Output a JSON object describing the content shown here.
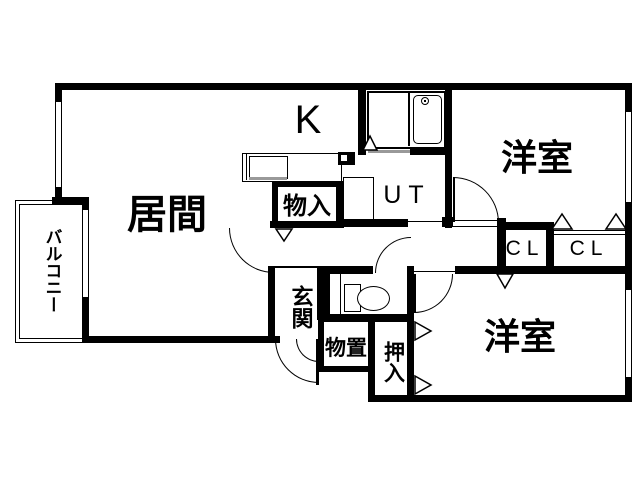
{
  "plan": {
    "type": "floor-plan",
    "background": "#ffffff",
    "line_color": "#000000",
    "threshold_color": "#999999",
    "labels": {
      "living": "居間",
      "kitchen": "K",
      "bedroom_top": "洋室",
      "bedroom_bottom": "洋室",
      "balcony": "バルコニー",
      "entrance": "玄関",
      "utility": "UT",
      "storage_in": "物入",
      "storage_shed": "物置",
      "futon_closet": "押入",
      "closet_1": "CL",
      "closet_2": "CL"
    }
  }
}
